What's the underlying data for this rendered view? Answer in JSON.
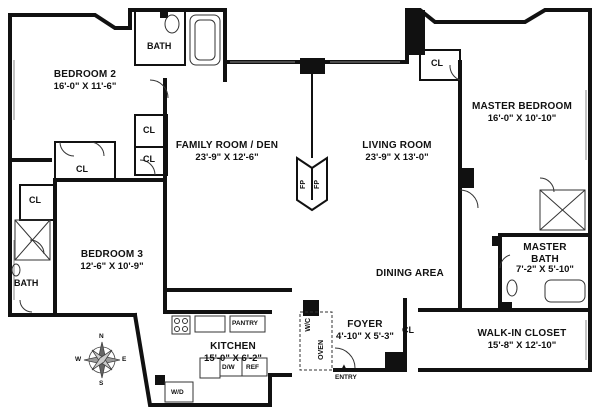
{
  "rooms": {
    "bedroom2": {
      "name": "BEDROOM 2",
      "dims": "16'-0\" X 11'-6\""
    },
    "family_room": {
      "name": "FAMILY ROOM / DEN",
      "dims": "23'-9\" X 12'-6\""
    },
    "living_room": {
      "name": "LIVING ROOM",
      "dims": "23'-9\" X 13'-0\""
    },
    "master_bedroom": {
      "name": "MASTER BEDROOM",
      "dims": "16'-0\" X 10'-10\""
    },
    "bedroom3": {
      "name": "BEDROOM 3",
      "dims": "12'-6\" X 10'-9\""
    },
    "master_bath": {
      "name": "MASTER",
      "name2": "BATH",
      "dims": "7'-2\" X 5'-10\""
    },
    "dining": {
      "name": "DINING AREA"
    },
    "foyer": {
      "name": "FOYER",
      "dims": "4'-10\" X 5'-3\""
    },
    "walkin": {
      "name": "WALK-IN CLOSET",
      "dims": "15'-8\" X 12'-10\""
    },
    "kitchen": {
      "name": "KITCHEN",
      "dims": "15'-0\" X 6'-2\""
    }
  },
  "small_labels": {
    "bath_top": "BATH",
    "bath_left": "BATH",
    "cl": "CL",
    "pantry": "PANTRY",
    "wc": "W/C",
    "oven": "OVEN",
    "dw": "D/W",
    "ref": "REF",
    "wd": "W/D",
    "fp": "FP",
    "entry": "ENTRY"
  },
  "compass": {
    "n": "N",
    "s": "S",
    "e": "E",
    "w": "W"
  },
  "colors": {
    "wall": "#111111",
    "line": "#333333"
  }
}
